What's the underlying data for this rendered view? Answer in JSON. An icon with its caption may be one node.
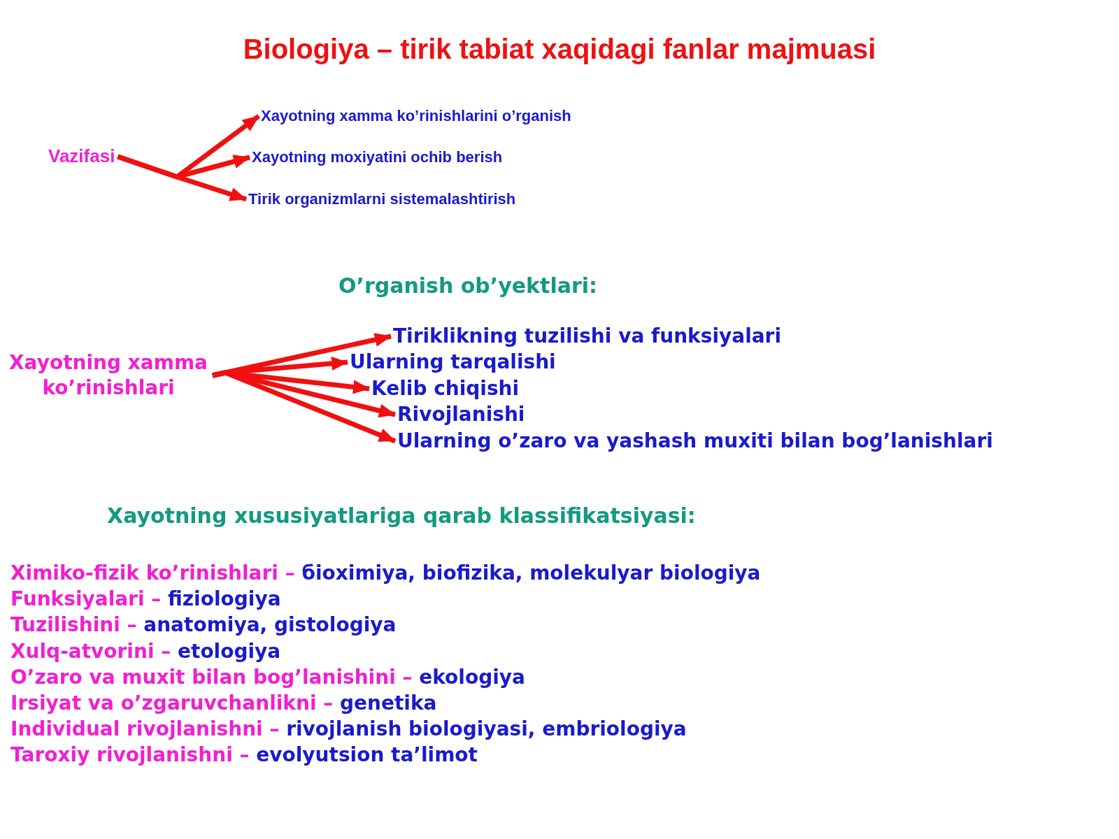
{
  "diagram": {
    "title": "Biologiya – tirik tabiat xaqidagi fanlar majmuasi",
    "nodes": [
      {
        "text": [
          "Vazifasi"
        ]
      },
      {
        "text": [
          "Xayotning xamma ko’rinishlarini o’rganish"
        ]
      },
      {
        "text": [
          "Xayotning moxiyatini ochib berish"
        ]
      },
      {
        "text": [
          "Tirik organizmlarni sistemalashtirish"
        ]
      },
      {
        "text": [
          "Xayotning xamma ko’rinishlari"
        ]
      },
      {
        "text": [
          "Tiriklikning tuzilishi va funksiyalari"
        ]
      },
      {
        "text": [
          "Ularning tarqalishi"
        ]
      },
      {
        "text": [
          "Kelib chiqishi"
        ]
      },
      {
        "text": [
          "Rivojlanishi"
        ]
      },
      {
        "text": [
          "Ularning o’zaro va yashash muxiti bilan bog’lanishlari"
        ]
      }
    ],
    "edges": [
      {
        "from": 0,
        "to": 1,
        "arrow": "to"
      },
      {
        "from": 0,
        "to": 2,
        "arrow": "to"
      },
      {
        "from": 0,
        "to": 3,
        "arrow": "to"
      },
      {
        "from": 4,
        "to": 5,
        "arrow": "to"
      },
      {
        "from": 4,
        "to": 6,
        "arrow": "to"
      },
      {
        "from": 4,
        "to": 7,
        "arrow": "to"
      },
      {
        "from": 4,
        "to": 8,
        "arrow": "to"
      },
      {
        "from": 4,
        "to": 9,
        "arrow": "to"
      }
    ],
    "labels": [
      "O’rganish ob’yektlari:",
      "Xayotning xususiyatlariga qarab klassifikatsiyasi:",
      "Ximiko-fizik ko’rinishlari –",
      "бioximiya, biofizika, molekulyar biologiya",
      "Funksiyalari –",
      "fiziologiya",
      "Tuzilishini –",
      "anatomiya, gistologiya",
      "Xulq-atvorini –",
      "etologiya",
      "O’zaro va muxit bilan bog’lanishini –",
      "ekologiya",
      "Irsiyat va o’zgaruvchanlikni –",
      "genetika",
      "Individual rivojlanishni –",
      "rivojlanish biologiyasi, embriologiya",
      "Taroxiy rivojlanishni –",
      "evolyutsion ta’limot"
    ]
  }
}
